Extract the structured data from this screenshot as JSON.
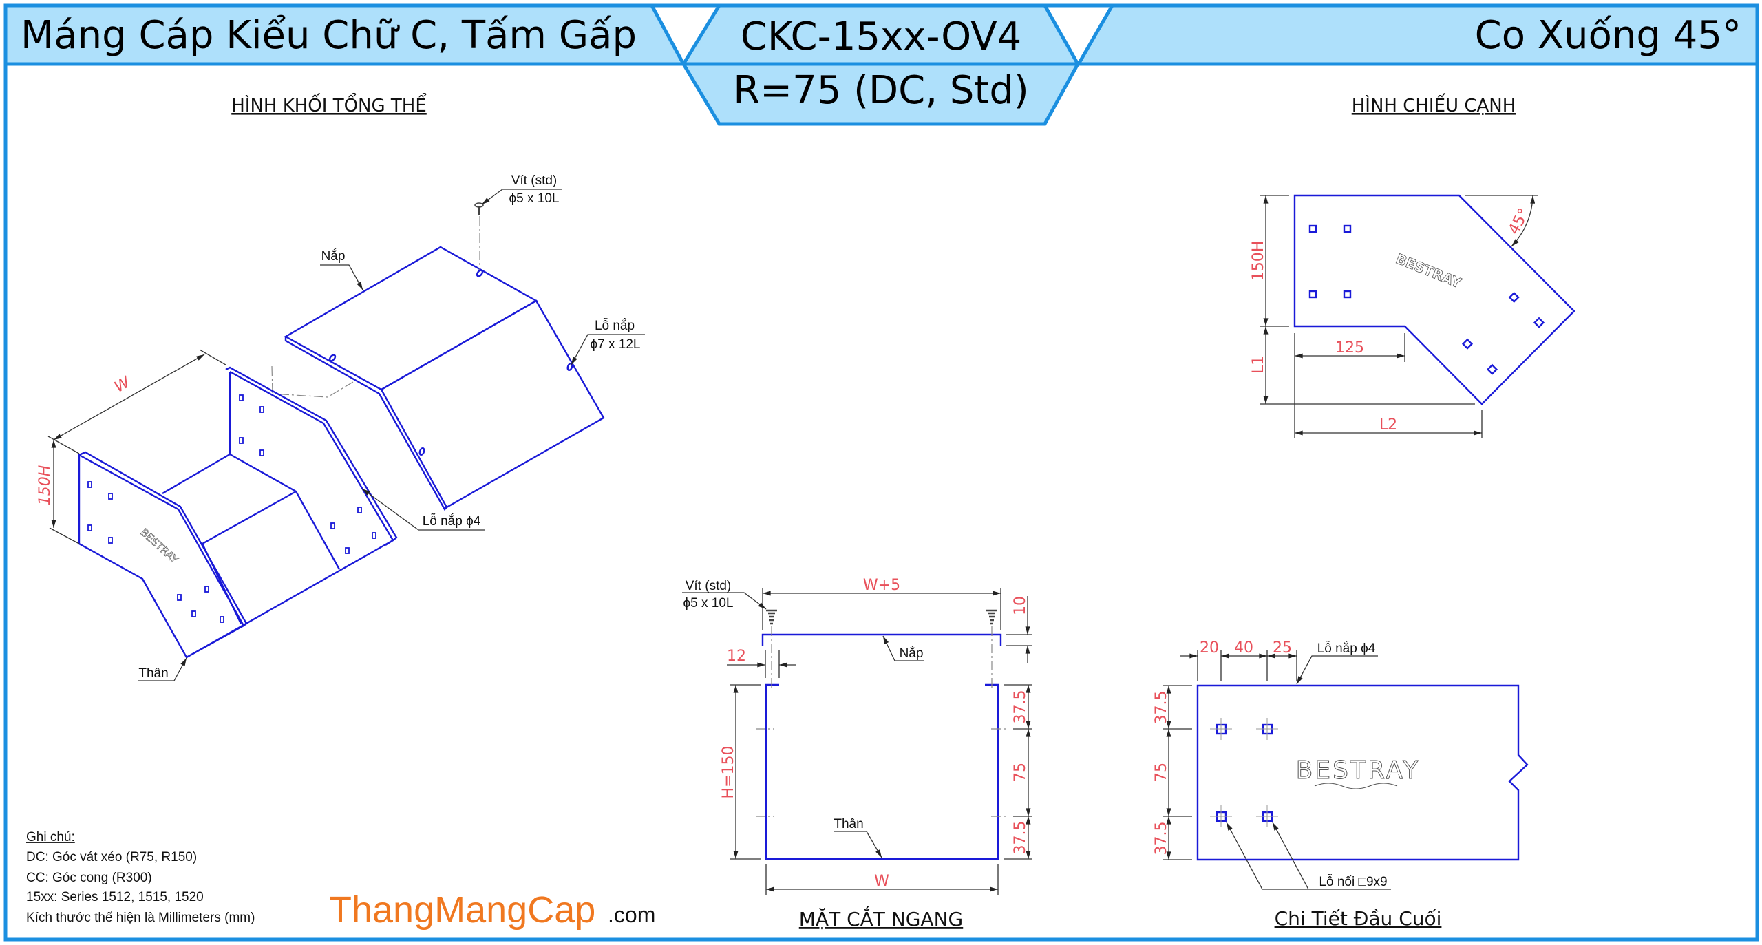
{
  "header": {
    "title_left": "Máng Cáp Kiểu Chữ C, Tấm Gấp",
    "code": "CKC-15xx-OV4",
    "spec": "R=75 (DC, Std)",
    "title_right": "Co Xuống 45°"
  },
  "colors": {
    "border": "#1b8fe0",
    "header_fill": "#aee0fb",
    "part_line": "#1a1ad8",
    "dimension": "#e8505a",
    "brand": "#f07820"
  },
  "iso_view": {
    "title": "HÌNH KHỐI TỔNG THỂ",
    "screw_label_1": "Vít (std)",
    "screw_label_2": "ϕ5 x 10L",
    "cover_label": "Nắp",
    "cover_hole_label_1": "Lỗ nắp",
    "cover_hole_label_2": "ϕ7 x 12L",
    "body_hole_label": "Lỗ nắp ϕ4",
    "body_label": "Thân",
    "dim_width": "W",
    "dim_height": "150H",
    "logo": "BESTRAY"
  },
  "side_view": {
    "title": "HÌNH CHIẾU CẠNH",
    "dim_height": "150H",
    "dim_l1": "L1",
    "dim_125": "125",
    "dim_l2": "L2",
    "angle": "45°",
    "logo": "BESTRAY"
  },
  "section_view": {
    "title": "MẶT CẮT NGANG",
    "screw_label_1": "Vít (std)",
    "screw_label_2": "ϕ5 x 10L",
    "dim_cover_width": "W+5",
    "dim_10": "10",
    "dim_12": "12",
    "dim_h": "H=150",
    "dim_top": "37.5",
    "dim_mid": "75",
    "dim_bot": "37.5",
    "dim_w": "W",
    "cover_label": "Nắp",
    "body_label": "Thân"
  },
  "end_detail": {
    "title": "Chi Tiết Đầu Cuối",
    "dim_20": "20",
    "dim_40": "40",
    "dim_25": "25",
    "dim_top": "37.5",
    "dim_mid": "75",
    "dim_bot": "37.5",
    "cover_hole_label": "Lỗ nắp ϕ4",
    "joint_hole_label": "Lỗ nối □9x9",
    "logo": "BESTRAY"
  },
  "notes": {
    "heading": "Ghi chú:",
    "lines": [
      "DC: Góc vát xéo (R75, R150)",
      "CC: Góc cong (R300)",
      "15xx: Series 1512, 1515, 1520",
      "Kích thước thể hiện là Millimeters (mm)"
    ]
  },
  "brand": {
    "name": "ThangMangCap",
    "suffix": ".com"
  }
}
